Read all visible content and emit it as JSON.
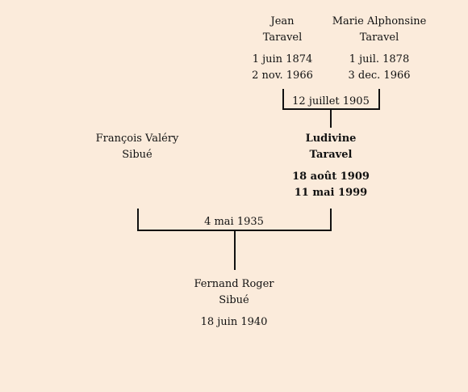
{
  "people": {
    "jean": {
      "first": "Jean",
      "last": "Taravel",
      "birth": "1 juin 1874",
      "death": "2 nov. 1966"
    },
    "marie": {
      "first": "Marie Alphonsine",
      "last": "Taravel",
      "birth": "1 juil. 1878",
      "death": "3 dec. 1966"
    },
    "francois": {
      "first": "François Valéry",
      "last": "Sibué"
    },
    "ludivine": {
      "first": "Ludivine",
      "last": "Taravel",
      "birth": "18 août 1909",
      "death": "11 mai 1999"
    },
    "fernand": {
      "first": "Fernand Roger",
      "last": "Sibué",
      "birth": "18 juin 1940"
    }
  },
  "marriages": {
    "jean_marie": "12 juillet 1905",
    "francois_ludivine": "4 mai 1935"
  }
}
